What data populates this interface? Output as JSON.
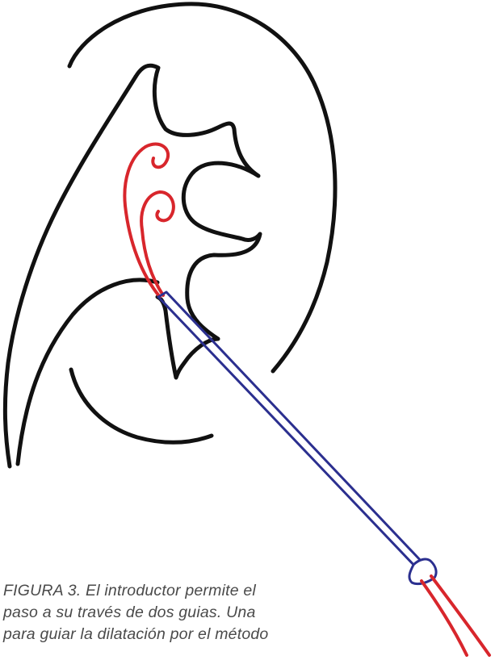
{
  "figure": {
    "caption_lines": [
      "FIGURA 3. El introductor permite el",
      "paso a su través de dos guias. Una",
      "para guiar la dilatación por el método"
    ],
    "colors": {
      "outline": "#111111",
      "guidewire": "#d8262c",
      "introducer": "#2b2f8f",
      "caption": "#4a4a4a",
      "background": "#ffffff"
    }
  }
}
